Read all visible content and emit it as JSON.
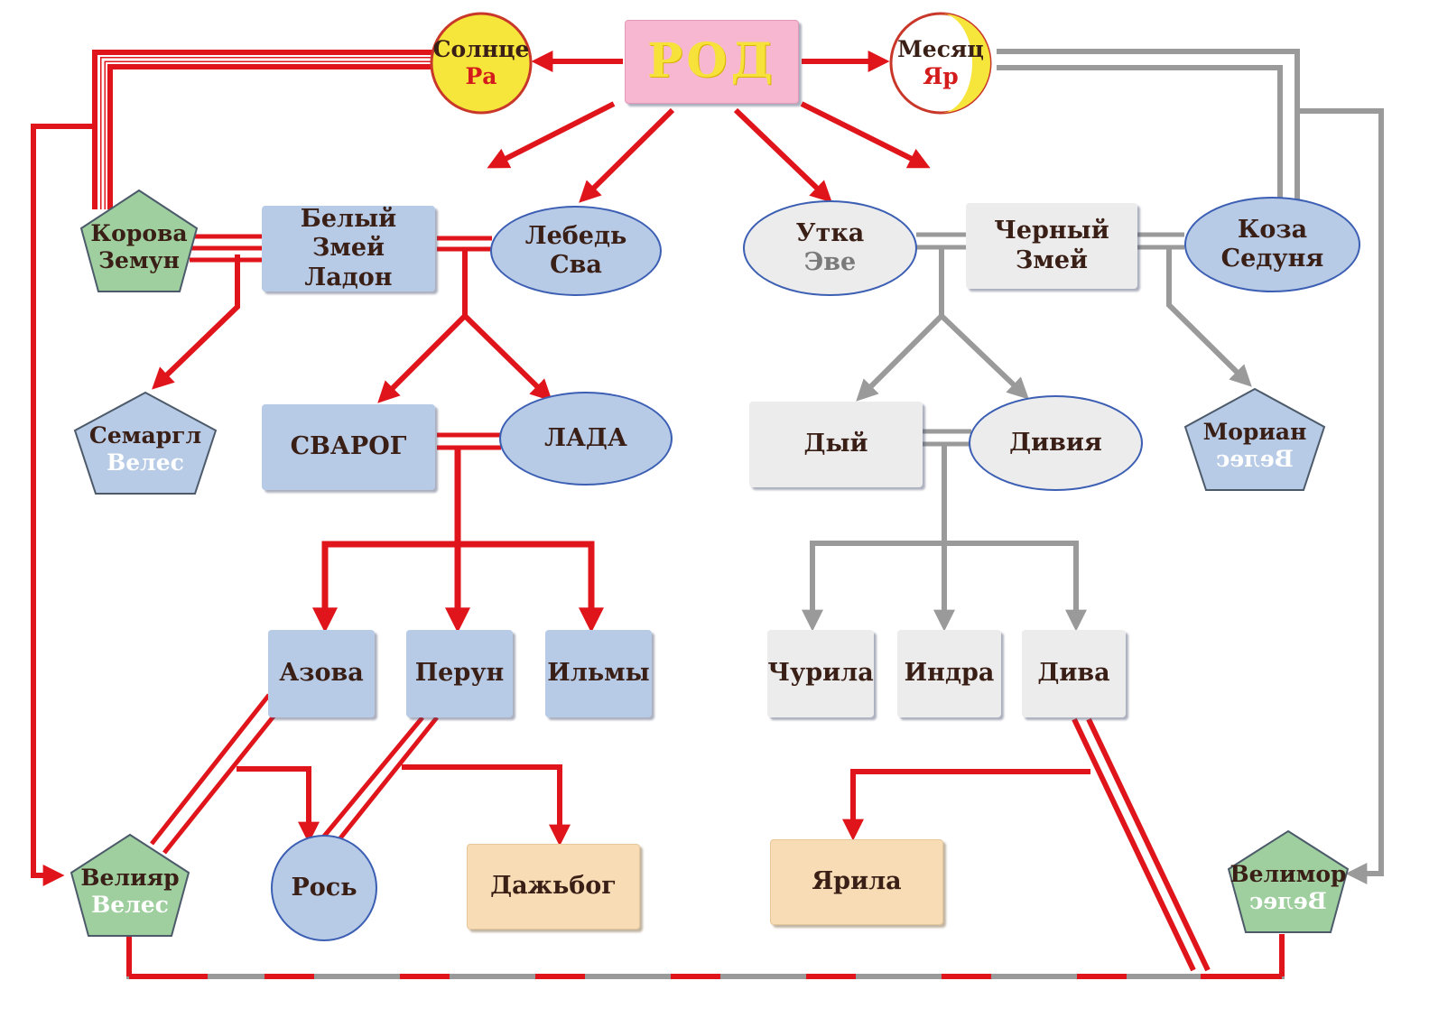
{
  "colors": {
    "red_line": "#e0151b",
    "grey_line": "#9a9a9a",
    "blue_fill": "#b7cbe6",
    "grey_fill": "#ececec",
    "green_fill": "#9fcf9f",
    "tan_fill": "#f8dcb5",
    "pink_fill": "#f7b7d0",
    "sun_fill": "#f6e53a"
  },
  "nodes": {
    "rod": "РОД",
    "solnce": {
      "line1": "Солнце",
      "line2": "Ра"
    },
    "mesyac": {
      "line1": "Месяц",
      "line2": "Яр"
    },
    "korova": {
      "line1": "Корова",
      "line2": "Земун"
    },
    "belyi_zmei": {
      "line1": "Белый Змей",
      "line2": "Ладон"
    },
    "lebed": {
      "line1": "Лебедь",
      "line2": "Сва"
    },
    "utka": {
      "line1": "Утка",
      "line2": "Эве"
    },
    "chernyi_zmei": {
      "line1": "Черный",
      "line2": "Змей"
    },
    "koza": {
      "line1": "Коза",
      "line2": "Седуня"
    },
    "semargl": {
      "line1": "Семаргл",
      "line2": "Велес"
    },
    "svarog": "СВАРОГ",
    "lada": "ЛАДА",
    "dyi": "Дый",
    "diviya": "Дивия",
    "morian": {
      "line1": "Мориан",
      "line2": "Велес"
    },
    "azova": "Азова",
    "perun": "Перун",
    "ilmy": "Ильмы",
    "churila": "Чурила",
    "indra": "Индра",
    "diva": "Дива",
    "veliyar": {
      "line1": "Велияр",
      "line2": "Велес"
    },
    "ros": "Рось",
    "dazhbog": "Дажьбог",
    "yarila": "Ярила",
    "velimor": {
      "line1": "Велимор",
      "line2": "Велес"
    }
  }
}
